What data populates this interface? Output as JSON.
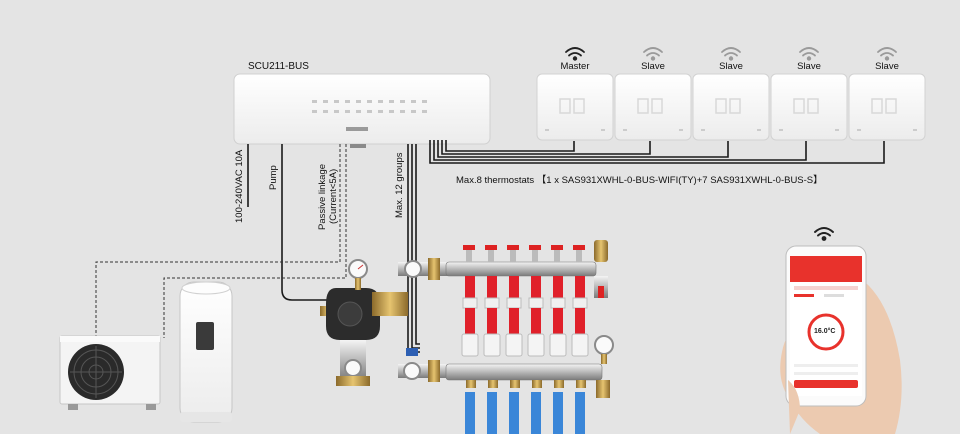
{
  "controller": {
    "label": "SCU211-BUS"
  },
  "thermostats": [
    {
      "role": "Master"
    },
    {
      "role": "Slave"
    },
    {
      "role": "Slave"
    },
    {
      "role": "Slave"
    },
    {
      "role": "Slave"
    }
  ],
  "bus_note": "Max.8 thermostats 【1 x SAS931XWHL-0-BUS-WIFI(TY)+7 SAS931XWHL-0-BUS-S】",
  "wiring_labels": {
    "power": "100-240VAC 10A",
    "pump": "Pump",
    "passive_linkage_1": "Passive linkage",
    "passive_linkage_2": "(Current<5A)",
    "groups": "Max. 12 groups"
  },
  "phone": {
    "temperature": "16.0°C"
  },
  "colors": {
    "background": "#e4e4e4",
    "hot_pipe": "#e0202a",
    "cold_pipe": "#3a86d8",
    "wire": "#1a1a1a"
  }
}
